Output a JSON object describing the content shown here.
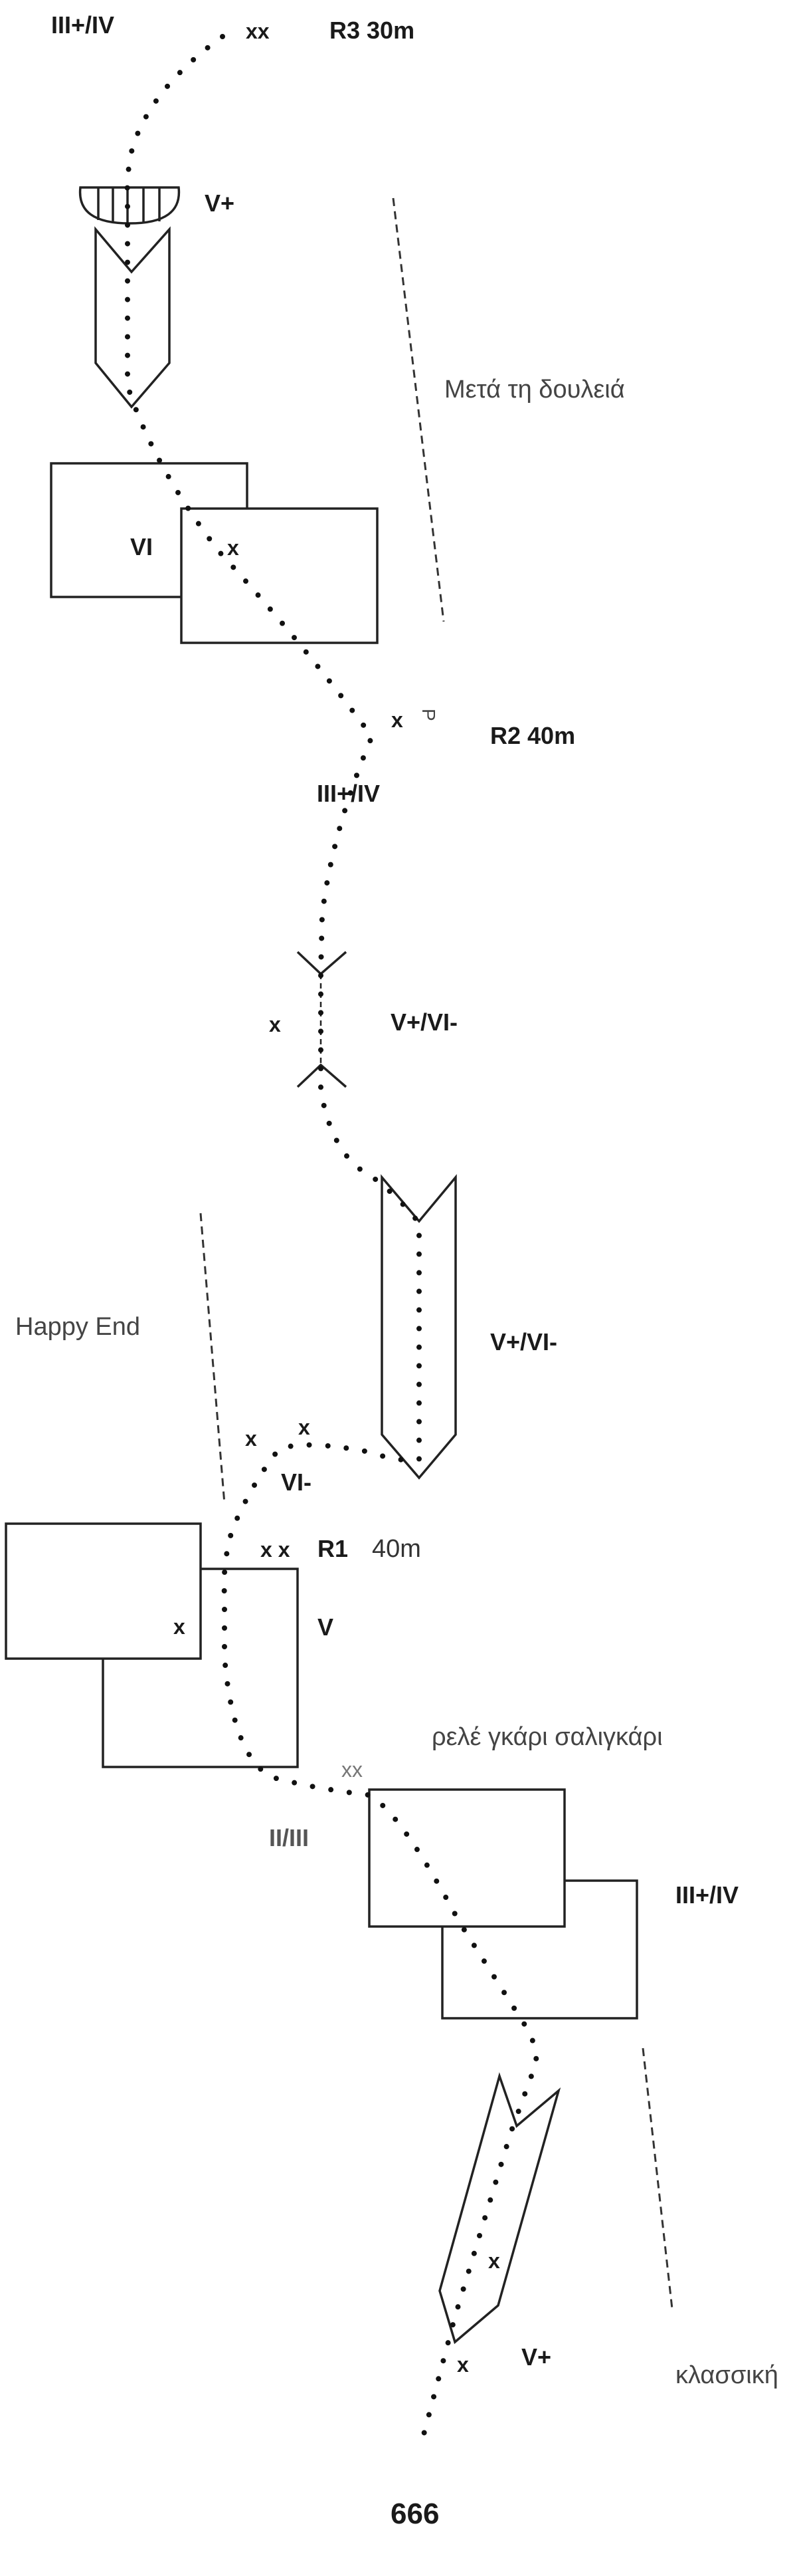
{
  "topo": {
    "route_name": "666",
    "belays": {
      "r3": "R3 30m",
      "r2": "R2 40m",
      "r1_name": "R1",
      "r1_length": "40m"
    },
    "grades": {
      "top_exit": "III+/IV",
      "roof": "V+",
      "slabs_upper": "VI",
      "after_r2": "III+/IV",
      "constriction": "V+/VI-",
      "dihedral": "V+/VI-",
      "traverse": "VI-",
      "r1_wall": "V",
      "start_ledge": "II/III",
      "lower_slabs": "III+/IV",
      "start_crack": "V+"
    },
    "neighbour_routes": {
      "right_upper": "Μετά τη δουλειά",
      "left_middle": "Happy End",
      "right_middle": "ρελέ γκάρι σαλιγκάρι",
      "right_lower": "κλασσική"
    },
    "protection": {
      "bolt": "x",
      "double_bolt": "xx",
      "double_bolt_spaced": "x x",
      "piton": "P"
    }
  }
}
